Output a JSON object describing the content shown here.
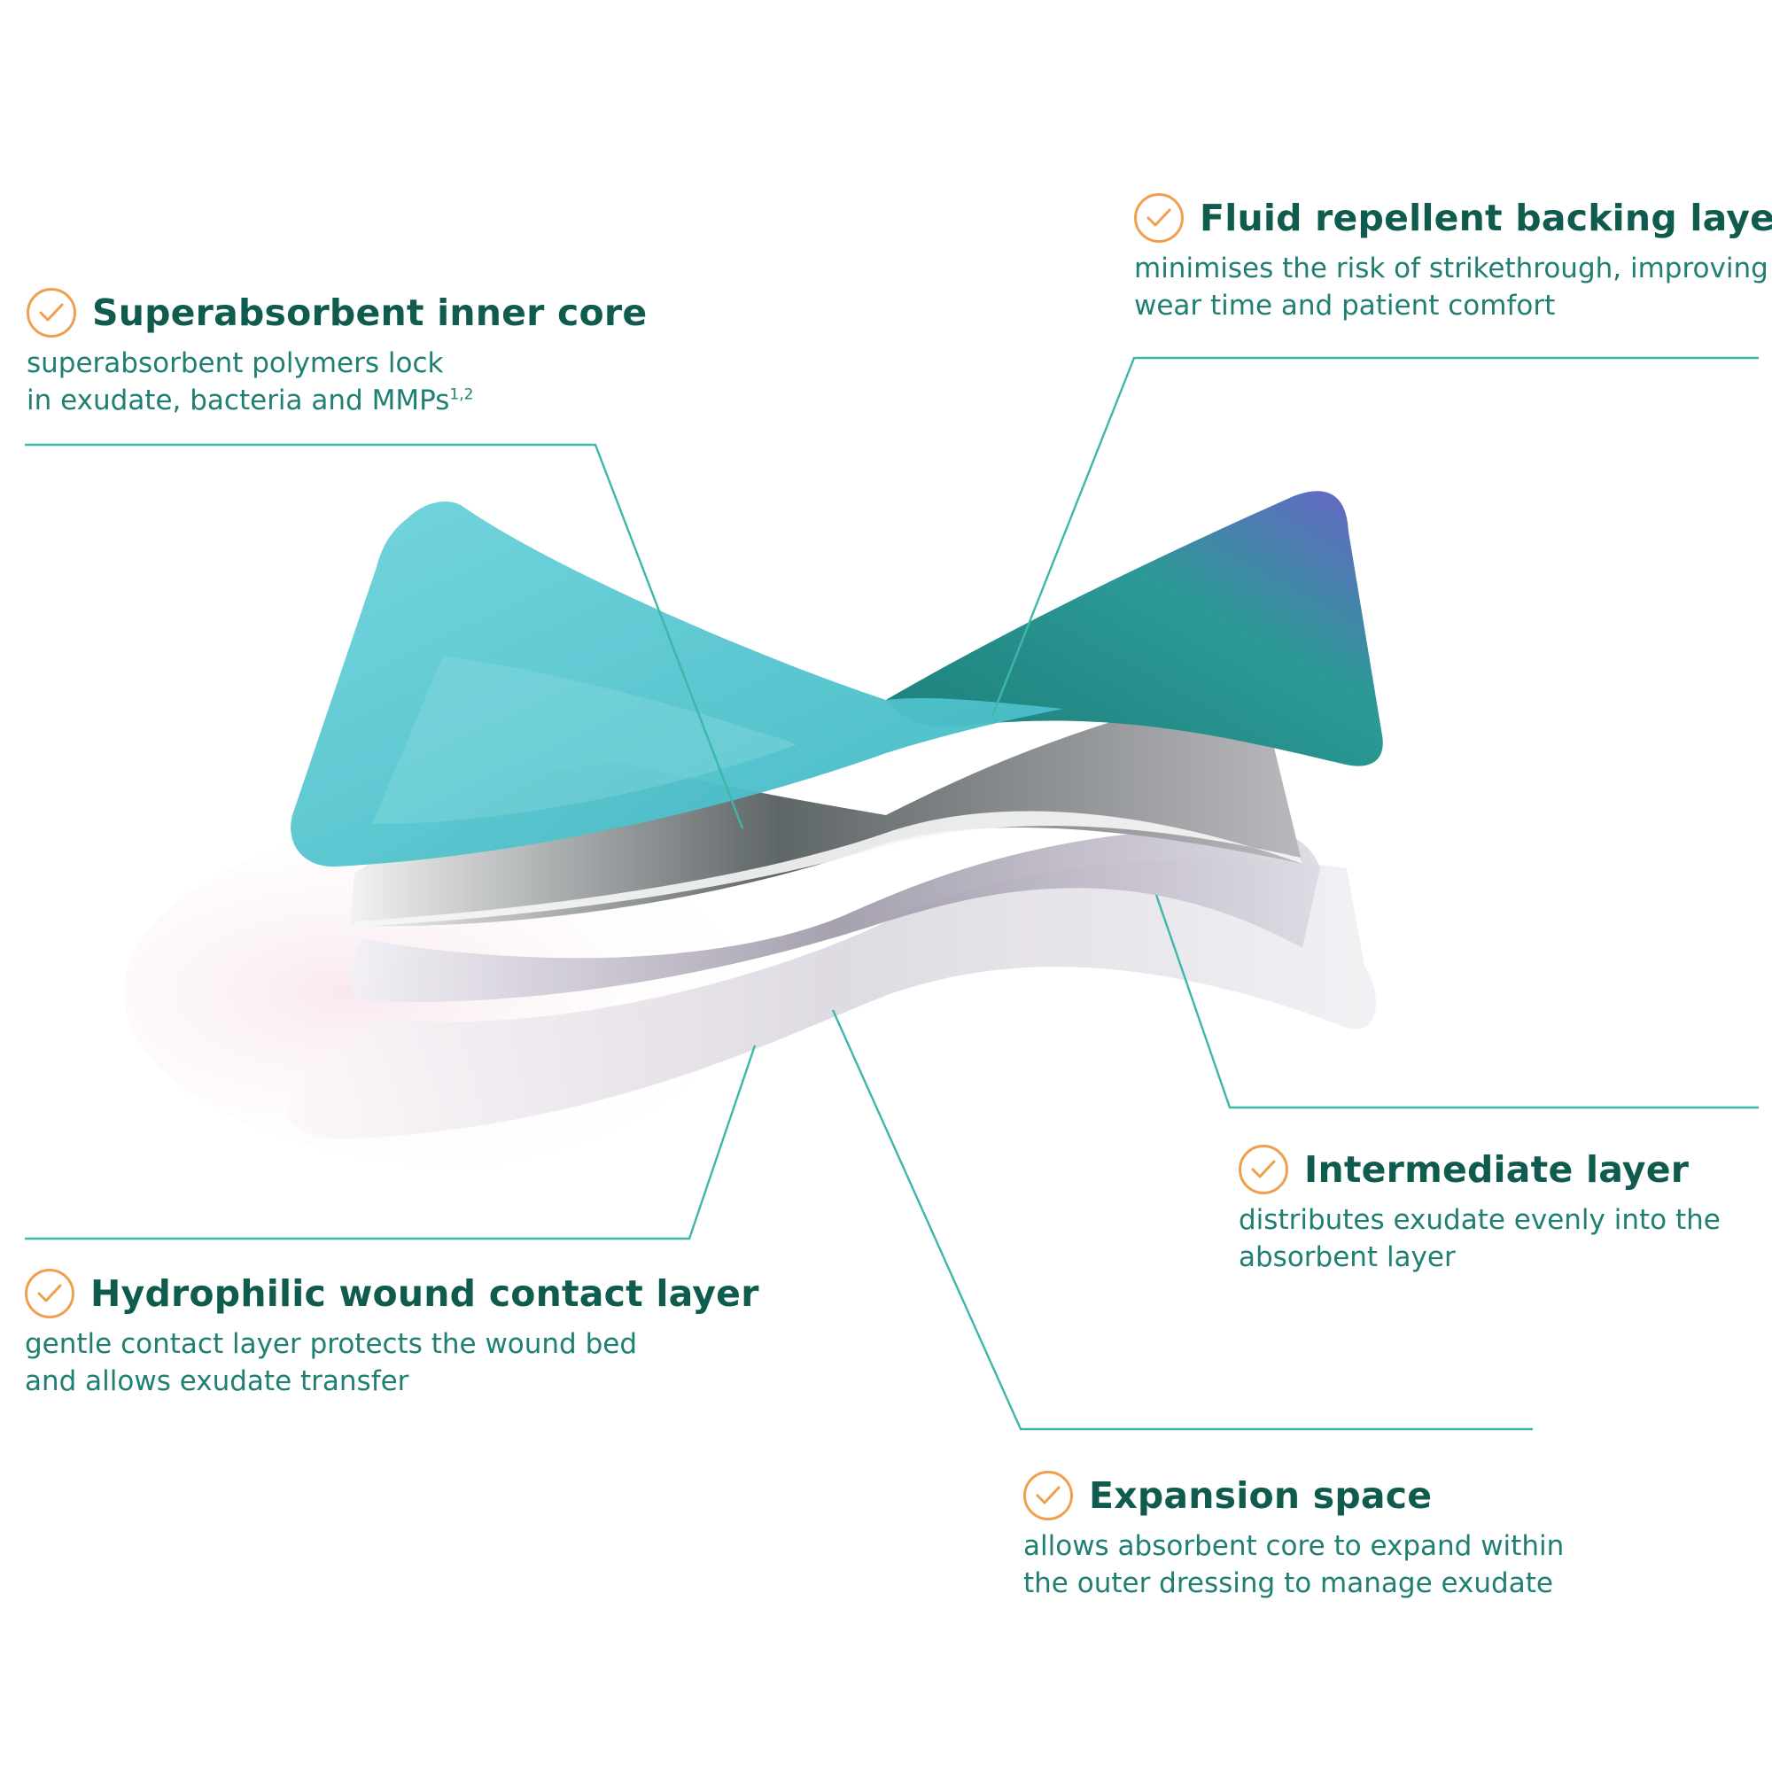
{
  "colors": {
    "title": "#0f5c4f",
    "text": "#1f7f72",
    "leader": "#3cb7a9",
    "check": "#ef9f4d",
    "teal_layer": "#5cc8d2",
    "dark_teal_layer": "#1f8a86"
  },
  "callouts": {
    "superabsorbent": {
      "icon": "check-circle-icon",
      "title": "Superabsorbent inner core",
      "line1": "superabsorbent polymers lock",
      "line2": "in exudate, bacteria and MMPs",
      "sup": "1,2"
    },
    "fluid_repellent": {
      "icon": "check-circle-icon",
      "title": "Fluid repellent backing layer",
      "line1": "minimises the risk of strikethrough, improving",
      "line2": "wear time and patient comfort"
    },
    "intermediate": {
      "icon": "check-circle-icon",
      "title": "Intermediate layer",
      "line1": "distributes exudate evenly into the",
      "line2": "absorbent layer"
    },
    "hydrophilic": {
      "icon": "check-circle-icon",
      "title": "Hydrophilic wound contact layer",
      "line1": "gentle contact layer protects the wound bed",
      "line2": "and allows exudate transfer"
    },
    "expansion": {
      "icon": "check-circle-icon",
      "title": "Expansion space",
      "line1": "allows absorbent core to expand within",
      "line2": "the outer dressing to manage exudate"
    }
  }
}
